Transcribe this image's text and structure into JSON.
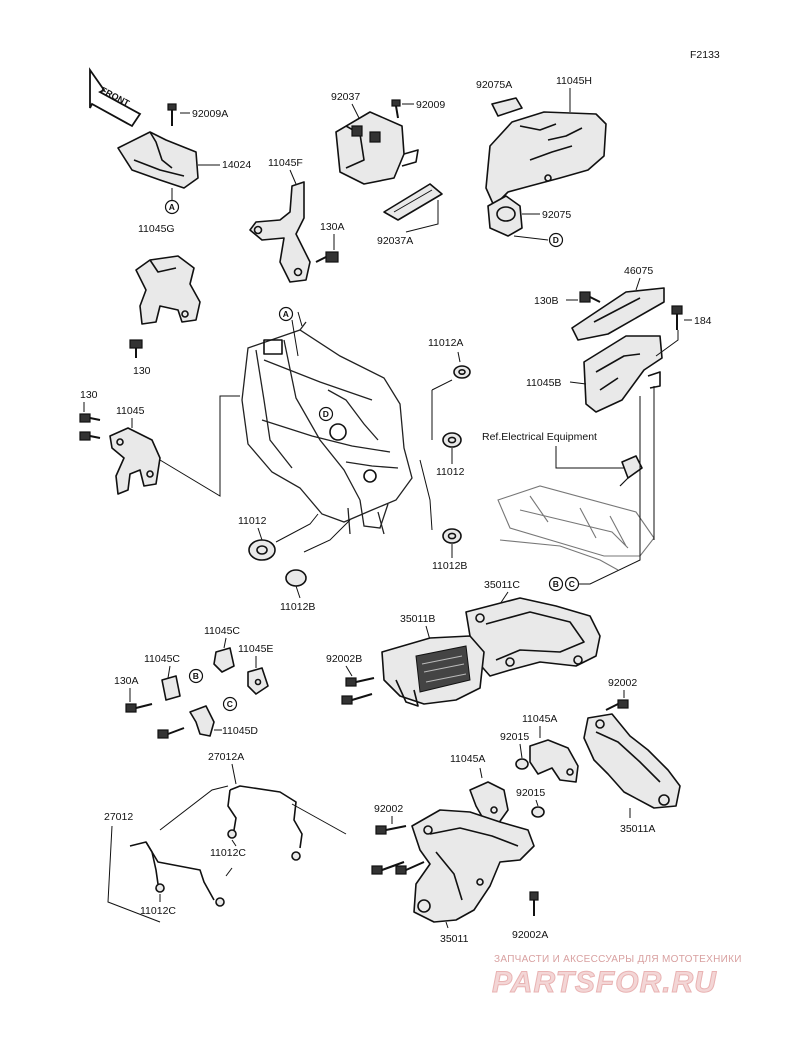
{
  "diagram_code": "F2133",
  "front_label": "FRONT",
  "reference_note": "Ref.Electrical Equipment",
  "watermark": {
    "subtitle": "ЗАПЧАСТИ И АКСЕССУАРЫ ДЛЯ МОТОТЕХНИКИ",
    "logo": "PARTSFOR.RU"
  },
  "callouts": {
    "A": "A",
    "B": "B",
    "C": "C",
    "D": "D"
  },
  "parts": {
    "p92009A": "92009A",
    "p14024": "14024",
    "p11045G": "11045G",
    "p130_top": "130",
    "p92037": "92037",
    "p92009": "92009",
    "p11045F": "11045F",
    "p130A_top": "130A",
    "p92037A": "92037A",
    "p92075A": "92075A",
    "p11045H": "11045H",
    "p92075": "92075",
    "p46075": "46075",
    "p130B": "130B",
    "p184": "184",
    "p11045B": "11045B",
    "p11012A": "11012A",
    "p130_left": "130",
    "p11045": "11045",
    "p11012_right": "11012",
    "p11012_left": "11012",
    "p11012B_right": "11012B",
    "p11012B_bottom": "11012B",
    "p35011C": "35011C",
    "p35011B": "35011B",
    "p92002B": "92002B",
    "p11045C_top": "11045C",
    "p11045C_left": "11045C",
    "p11045E": "11045E",
    "p130A_bottom": "130A",
    "p11045D": "11045D",
    "p27012A": "27012A",
    "p27012": "27012",
    "p11012C_right": "11012C",
    "p11012C_left": "11012C",
    "p92002_right": "92002",
    "p11045A_right": "11045A",
    "p92015_top": "92015",
    "p11045A_left": "11045A",
    "p92015_bottom": "92015",
    "p92002_left": "92002",
    "p35011A": "35011A",
    "p35011": "35011",
    "p92002A": "92002A"
  }
}
